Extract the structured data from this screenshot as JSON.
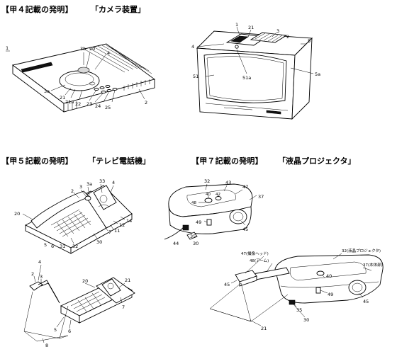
{
  "sections": [
    {
      "heading": "【甲４記載の発明】",
      "title": "「カメラ装置」"
    },
    {
      "heading": "【甲５記載の発明】",
      "title": "「テレビ電話機」"
    },
    {
      "heading": "【甲７記載の発明】",
      "title": "「液晶プロジェクタ」"
    }
  ],
  "fig1_labels": {
    "fig_no": "1",
    "l3b": "3b",
    "l20": "20",
    "l4": "4",
    "l3a": "3a",
    "l21": "21",
    "l21a": "21a",
    "l22": "22",
    "l23": "23",
    "l24": "24",
    "l25": "25",
    "l2": "2"
  },
  "fig2_labels": {
    "l1": "1",
    "l21": "21",
    "l3": "3",
    "l2": "2",
    "l5": "5",
    "l4": "4",
    "l51": "51",
    "l51a": "51a",
    "l5a": "5a"
  },
  "fig3_labels": {
    "l3": "3",
    "l3a": "3a",
    "l33": "33",
    "l4": "4",
    "l2": "2",
    "l20": "20",
    "l14": "14",
    "l12": "12",
    "l11": "11",
    "l7": "7",
    "l30": "30",
    "l32": "32",
    "l5": "5",
    "l6": "6",
    "l31": "31"
  },
  "fig4_labels": {
    "l32": "32",
    "l43": "43",
    "l47": "47",
    "l37": "37",
    "l40": "40",
    "l42": "42",
    "l48": "48",
    "l49": "49",
    "l35": "35",
    "l45": "45",
    "l44": "44",
    "l30": "30"
  },
  "fig5_labels": {
    "l2": "2",
    "l3": "3",
    "l4": "4",
    "l20": "20",
    "l21": "21",
    "l7": "7",
    "l5": "5",
    "l6": "6",
    "l8": "8"
  },
  "fig6_labels": {
    "l47": "47(撮像ヘッド)",
    "l48": "48(アーム)",
    "l32": "32(液晶プロジェクタ)",
    "l37": "37(本体部)",
    "l40": "40",
    "l45": "45",
    "l49": "49",
    "l35": "35",
    "l30": "30",
    "l21": "21"
  }
}
